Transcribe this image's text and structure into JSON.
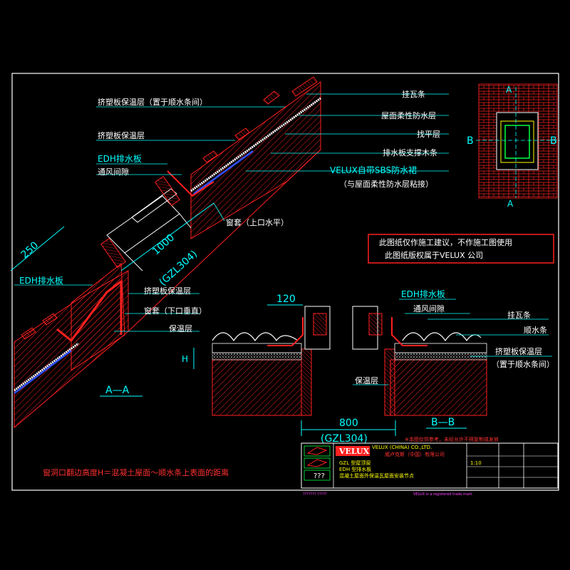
{
  "colors": {
    "background": "#000000",
    "frame": "#ffffff",
    "leader": "#00ffff",
    "hatch": "#ff2020",
    "insulation": "#ffffff",
    "membrane": "#2040ff",
    "note_text": "#ffffff",
    "note_border": "#ff2020"
  },
  "section_aa": {
    "title": "A—A",
    "labels": {
      "xps_board_between_battens": "挤塑板保温层（置于顺水条间）",
      "xps_board": "挤塑板保温层",
      "edh_flashing": "EDH排水板",
      "ventilation_gap": "通风间隙",
      "tile_batten": "挂瓦条",
      "flexible_waterproof": "屋面柔性防水层",
      "leveling_layer": "找平层",
      "drain_board_support": "排水板支撑木条",
      "velux_sbs": "VELUX自带SBS防水裙",
      "velux_sbs_note": "（与屋面柔性防水层粘接）",
      "top_sill_horizontal": "窗套（上口水平）",
      "edh_flashing_lower": "EDH排水板",
      "xps_board_lower": "挤塑板保温层",
      "bottom_sill_vertical": "窗套（下口垂直）",
      "insulation": "保温层"
    },
    "dimensions": {
      "slope_dim": "250",
      "window_length": "1000",
      "window_model": "(GZL304)"
    }
  },
  "section_bb": {
    "title": "B—B",
    "labels": {
      "edh_flashing": "EDH排水板",
      "ventilation_gap": "通风间隙",
      "tile_batten": "挂瓦条",
      "counter_batten": "顺水条",
      "xps_board": "挤塑板保温层",
      "xps_board_note": "（置于顺水条间）",
      "insulation": "保温层"
    },
    "dimensions": {
      "side_gap": "120",
      "height_mark": "H",
      "window_width": "800",
      "window_model": "(GZL304)"
    }
  },
  "key_plan": {
    "marker_a_top": "A",
    "marker_a_bottom": "A",
    "marker_b_left": "B",
    "marker_b_right": "B"
  },
  "note_box": {
    "line1": "此图纸仅作施工建议，不作施工图使用",
    "line2": "此图纸版权属于VELUX  公司"
  },
  "footnote": "窗洞口翻边高度H＝混凝土屋面～顺水条上表面的距离",
  "title_block": {
    "logo": "VELUX",
    "company_en": "VELUX (CHINA) CO.,LTD.",
    "company_cn": "威卢克斯（中国）有限公司",
    "warning": "※本图仅供参考，未经允许不得复制或发放",
    "product_line1": "GZL 型屋顶窗",
    "product_line2": "EDH 型排水板",
    "product_line3": "混凝土屋面外保温瓦屋面安装节点",
    "scale": "1:10",
    "small_code": "???",
    "footer_left": "??????? ?????",
    "footer_right": "VELUX is a registered trade mark"
  }
}
